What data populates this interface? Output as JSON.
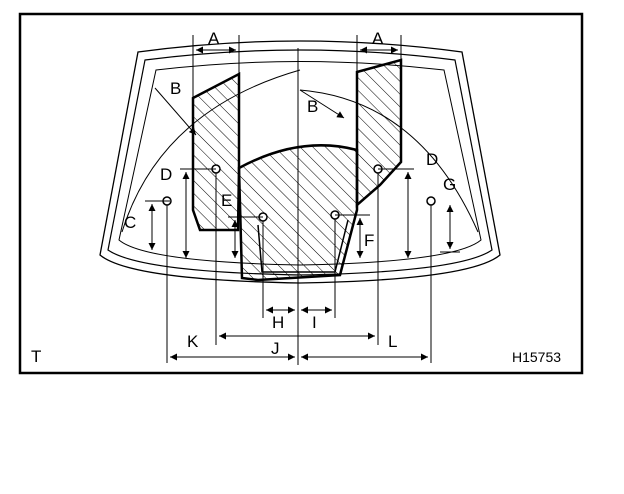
{
  "figure": {
    "corner_mark": "T",
    "code": "H15753",
    "labels": {
      "a_left": "A",
      "a_right": "A",
      "b_left": "B",
      "b_right": "B",
      "c": "C",
      "d_left": "D",
      "d_right": "D",
      "e": "E",
      "f": "F",
      "g": "G",
      "h": "H",
      "i": "I",
      "j": "J",
      "k": "K",
      "l": "L"
    }
  },
  "colors": {
    "ink": "#000000",
    "paper": "#ffffff"
  }
}
